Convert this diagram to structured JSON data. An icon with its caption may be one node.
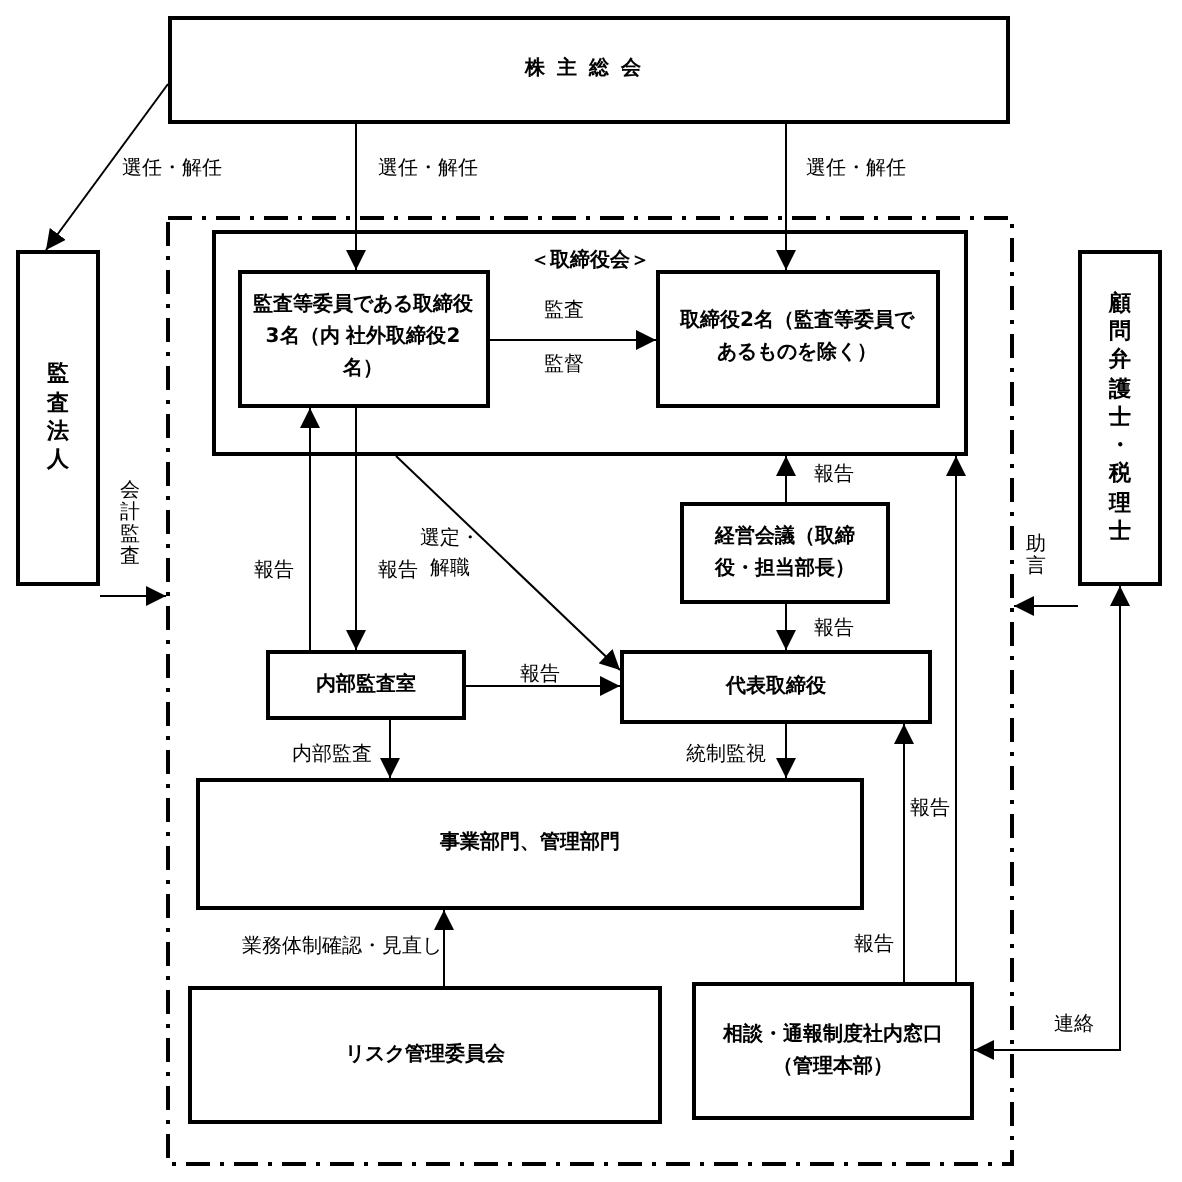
{
  "diagram": {
    "nodes": [
      {
        "text": [
          "株主総会"
        ]
      },
      {
        "text": [],
        "shape": "box"
      },
      {
        "text": [
          "監査法人"
        ]
      },
      {
        "text": [
          "顧問弁護士・税理士"
        ]
      },
      {
        "text": [
          "＜取締役会＞"
        ],
        "in": 1
      },
      {
        "text": [
          "監査等委員である取締役3名（内 社外取締役2名）"
        ],
        "in": 4
      },
      {
        "text": [
          "取締役2名（監査等委員であるものを除く）"
        ],
        "in": 4
      },
      {
        "text": [
          "経営会議（取締役・担当部長）"
        ],
        "in": 1
      },
      {
        "text": [
          "内部監査室"
        ],
        "in": 1
      },
      {
        "text": [
          "代表取締役"
        ],
        "in": 1
      },
      {
        "text": [
          "事業部門、管理部門"
        ],
        "in": 1
      },
      {
        "text": [
          "リスク管理委員会"
        ],
        "in": 1
      },
      {
        "text": [
          "相談・通報制度社内窓口（管理本部）"
        ],
        "in": 1
      }
    ],
    "edges": [
      {
        "from": 0,
        "to": 2,
        "arrow": "to",
        "label": "選任・解任"
      },
      {
        "from": 0,
        "to": 5,
        "arrow": "to",
        "label": "選任・解任"
      },
      {
        "from": 0,
        "to": 6,
        "arrow": "to",
        "label": "選任・解任"
      },
      {
        "from": 2,
        "to": 1,
        "arrow": "to",
        "label": "会計監査"
      },
      {
        "from": 3,
        "to": 1,
        "arrow": "to",
        "label": "助言"
      },
      {
        "from": 5,
        "to": 6,
        "arrow": "to",
        "label": "監査"
      },
      {
        "from": 8,
        "to": 5,
        "arrow": "to",
        "label": "報告"
      },
      {
        "from": 5,
        "to": 8,
        "arrow": "to",
        "label": "報告"
      },
      {
        "from": 4,
        "to": 9,
        "arrow": "to",
        "label": "選定・解職"
      },
      {
        "from": 7,
        "to": 4,
        "arrow": "to",
        "label": "報告"
      },
      {
        "from": 7,
        "to": 9,
        "arrow": "to",
        "label": "報告"
      },
      {
        "from": 8,
        "to": 9,
        "arrow": "to",
        "label": "報告"
      },
      {
        "from": 8,
        "to": 10,
        "arrow": "to",
        "label": "内部監査"
      },
      {
        "from": 9,
        "to": 10,
        "arrow": "to",
        "label": "統制監視"
      },
      {
        "from": 12,
        "to": 9,
        "arrow": "to",
        "label": "報告"
      },
      {
        "from": 12,
        "to": 4,
        "arrow": "to",
        "label": "報告"
      },
      {
        "from": 11,
        "to": 10,
        "arrow": "to",
        "label": "業務体制確認・見直し"
      },
      {
        "from": 12,
        "to": 3,
        "arrow": "both",
        "label": "連絡"
      }
    ],
    "labels": [
      "監督"
    ]
  }
}
